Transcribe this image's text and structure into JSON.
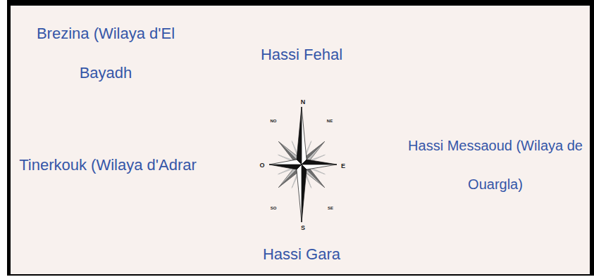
{
  "diagram": {
    "labels": [
      "Brezina (Wilaya d'El Bayadh",
      "Hassi Fehal",
      "N",
      "NO",
      "NE",
      "Tinerkouk (Wilaya d'Adrar",
      "O",
      "E",
      "Hassi Messaoud (Wilaya de Ouargla)",
      "SO",
      "SE",
      "S",
      "Hassi Gara"
    ]
  }
}
